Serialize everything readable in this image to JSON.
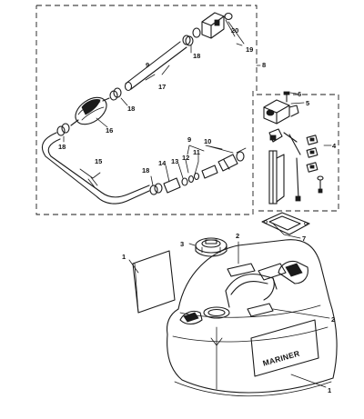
{
  "brand_label": "MARINER",
  "callouts": [
    "20",
    "19",
    "18",
    "9",
    "17",
    "8",
    "18",
    "16",
    "18",
    "6",
    "5",
    "9",
    "10",
    "11",
    "12",
    "13",
    "14",
    "4",
    "15",
    "18",
    "3",
    "7",
    "2",
    "1",
    "2",
    "1"
  ]
}
